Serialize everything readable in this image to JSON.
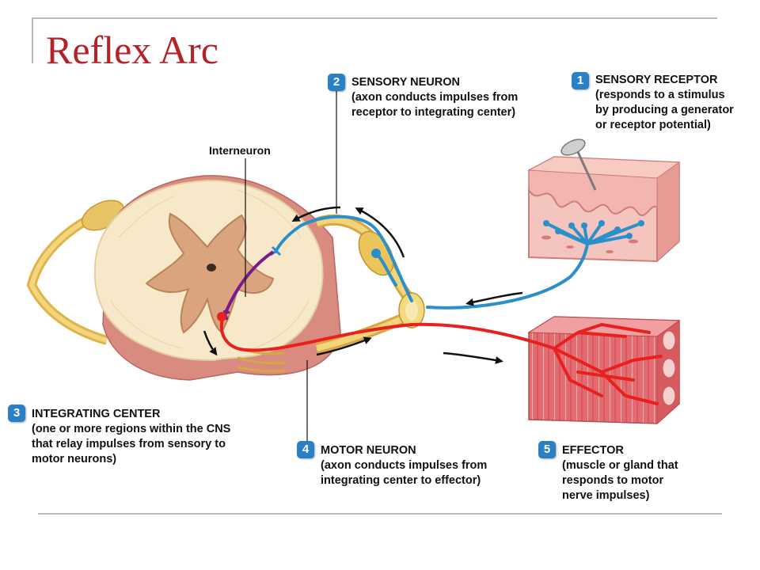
{
  "title": "Reflex Arc",
  "interneuron_label": "Interneuron",
  "steps": [
    {
      "number": "1",
      "heading": "SENSORY RECEPTOR",
      "lines": [
        "(responds to a stimulus",
        "by producing a generator",
        "or receptor potential)"
      ]
    },
    {
      "number": "2",
      "heading": "SENSORY NEURON",
      "lines": [
        "(axon conducts impulses from",
        "receptor to integrating center)"
      ]
    },
    {
      "number": "3",
      "heading": "INTEGRATING CENTER",
      "lines": [
        "(one or more regions within the CNS",
        "that relay impulses from sensory to",
        "motor neurons)"
      ]
    },
    {
      "number": "4",
      "heading": "MOTOR NEURON",
      "lines": [
        "(axon conducts impulses from",
        "integrating center to effector)"
      ]
    },
    {
      "number": "5",
      "heading": "EFFECTOR",
      "lines": [
        "(muscle or gland that",
        "responds to motor",
        "nerve impulses)"
      ]
    }
  ],
  "colors": {
    "title": "#b5232a",
    "badge": "#2a80c4",
    "sensory_neuron": "#2b8fc9",
    "motor_neuron": "#e8201e",
    "interneuron": "#7a1a8c",
    "gray_matter": "#d4a07e",
    "white_matter": "#f4e6c4",
    "nerve": "#e8c45e",
    "skin": "#f2b5b0",
    "muscle": "#e2686c"
  }
}
